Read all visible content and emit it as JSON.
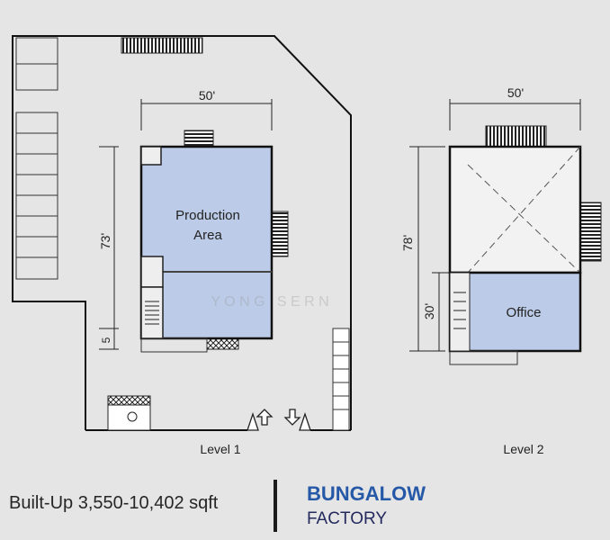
{
  "plans": {
    "level1": {
      "label": "Level 1",
      "width_dim": "50'",
      "depth_dim": "73'",
      "setback_dim": "5",
      "room_label_line1": "Production",
      "room_label_line2": "Area"
    },
    "level2": {
      "label": "Level 2",
      "width_dim": "50'",
      "depth_dim": "78'",
      "office_dim": "30'",
      "room_label": "Office"
    },
    "watermark": "Y O N G   S E R N"
  },
  "footer": {
    "built_up": "Built-Up 3,550-10,402 sqft",
    "title_line1": "BUNGALOW",
    "title_line2": "FACTORY"
  },
  "colors": {
    "room_fill": "#bccbe8",
    "title_blue": "#2658a8",
    "subtitle_navy": "#232a5e"
  }
}
